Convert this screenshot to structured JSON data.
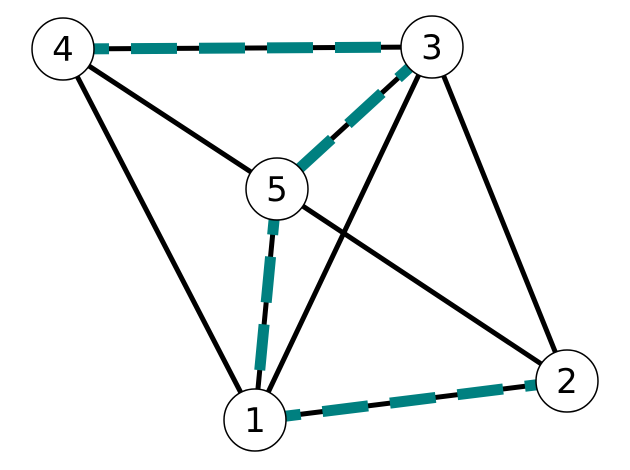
{
  "graph": {
    "highlight_color": "#008080",
    "edge_color": "#000000",
    "nodes": [
      {
        "id": "1",
        "label": "1"
      },
      {
        "id": "2",
        "label": "2"
      },
      {
        "id": "3",
        "label": "3"
      },
      {
        "id": "4",
        "label": "4"
      },
      {
        "id": "5",
        "label": "5"
      }
    ],
    "edges": [
      {
        "from": "4",
        "to": "3",
        "highlighted": true
      },
      {
        "from": "4",
        "to": "5",
        "highlighted": false
      },
      {
        "from": "4",
        "to": "1",
        "highlighted": false
      },
      {
        "from": "3",
        "to": "5",
        "highlighted": true
      },
      {
        "from": "3",
        "to": "1",
        "highlighted": false
      },
      {
        "from": "3",
        "to": "2",
        "highlighted": false
      },
      {
        "from": "5",
        "to": "1",
        "highlighted": true
      },
      {
        "from": "5",
        "to": "2",
        "highlighted": false
      },
      {
        "from": "1",
        "to": "2",
        "highlighted": true
      }
    ]
  }
}
